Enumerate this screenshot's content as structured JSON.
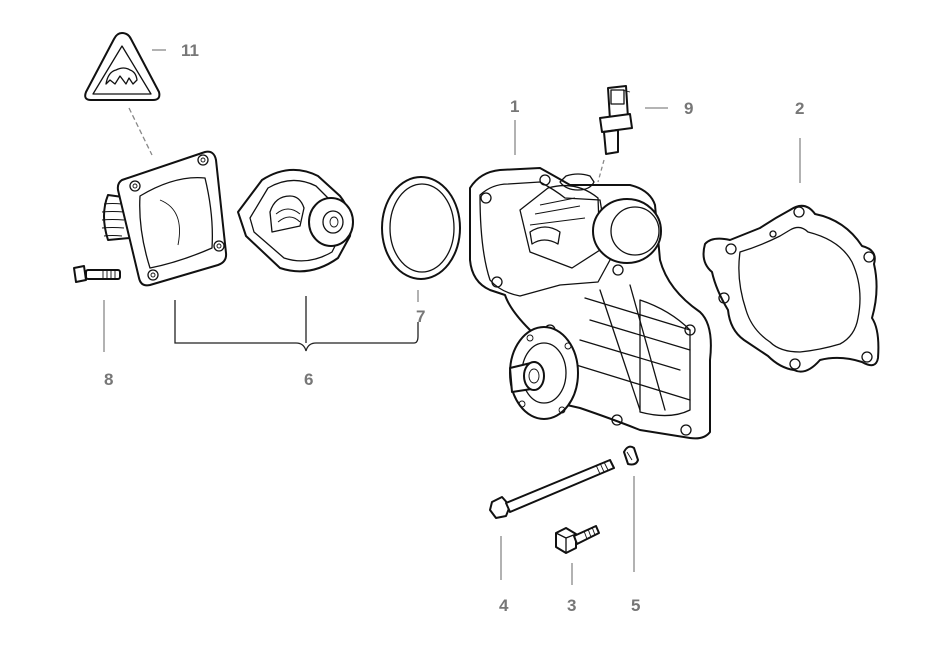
{
  "callouts": {
    "c1": "1",
    "c2": "2",
    "c3": "3",
    "c4": "4",
    "c5": "5",
    "c6": "6",
    "c7": "7",
    "c8": "8",
    "c9": "9",
    "c11": "11"
  },
  "colors": {
    "callout_text": "#777777",
    "line_art": "#111111",
    "background": "#ffffff"
  },
  "icons": {
    "warning": "warning-triangle-icon",
    "parts": [
      "thermostat-housing",
      "thermostat",
      "o-ring",
      "water-pump",
      "gasket",
      "temperature-sensor",
      "bolt",
      "long-bolt",
      "washer",
      "short-bolt"
    ]
  }
}
